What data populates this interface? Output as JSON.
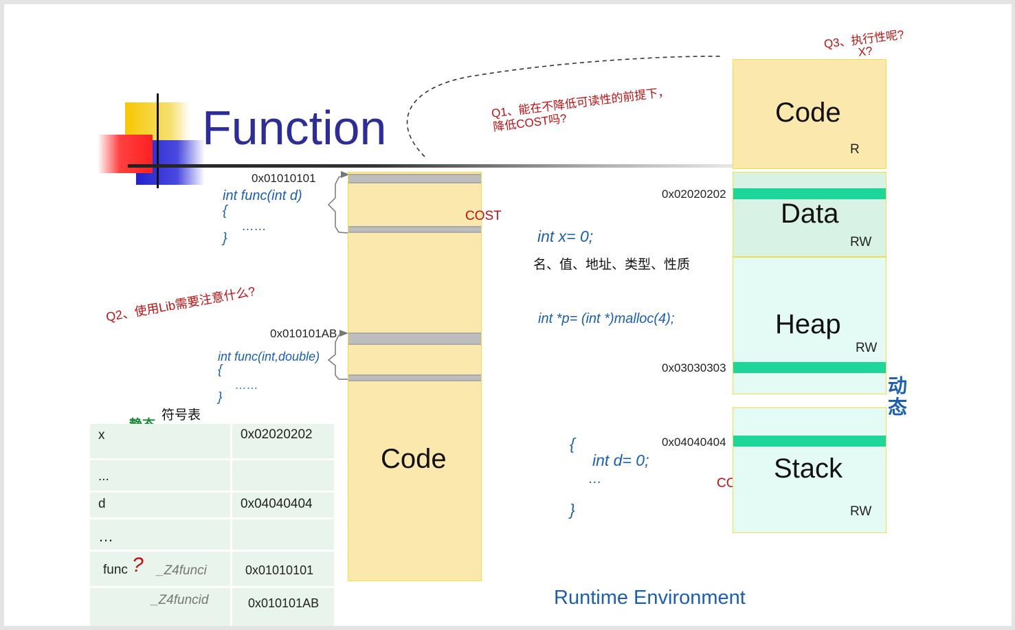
{
  "title": "Function",
  "questions": {
    "q1_line1": "Q1、能在不降低可读性的前提下，",
    "q1_line2": "降低COST吗?",
    "q2": "Q2、使用Lib需要注意什么?",
    "q3_line1": "Q3、执行性呢?",
    "q3_line2": "X?"
  },
  "left_code": {
    "addr1": "0x01010101",
    "func1_sig": "int func(int d)",
    "func1_open": "{",
    "func1_body": "……",
    "func1_close": "}",
    "cost": "COST",
    "addr2": "0x010101AB",
    "func2_sig": "int func(int,double)",
    "func2_open": "{",
    "func2_body": "……",
    "func2_close": "}",
    "code_label": "Code"
  },
  "symbol_table": {
    "label_static": "静态",
    "label_table": "符号表",
    "rows": [
      {
        "name": "x",
        "addr": "0x02020202"
      },
      {
        "name": "...",
        "addr": ""
      },
      {
        "name": "d",
        "addr": "0x04040404"
      },
      {
        "name": "…",
        "addr": ""
      }
    ],
    "func_name": "func",
    "func_q": "?",
    "mangled1": "_Z4funci",
    "mangled1_addr": "0x01010101",
    "mangled2": "_Z4funcid",
    "mangled2_addr": "0x010101AB"
  },
  "middle": {
    "decl_x": "int x= 0;",
    "attrs": "名、值、地址、类型、性质",
    "decl_p": "int *p= (int *)malloc(4);",
    "block_open": "{",
    "decl_d": "int  d= 0;",
    "block_dots": "…",
    "block_close": "}",
    "cost": "COST",
    "footer": "Runtime Environment"
  },
  "memory": {
    "code_label": "Code",
    "code_perm": "R",
    "data_addr": "0x02020202",
    "data_label": "Data",
    "data_perm": "RW",
    "heap_label": "Heap",
    "heap_perm": "RW",
    "heap_addr": "0x03030303",
    "dynamic_label": "动态",
    "stack_addr": "0x04040404",
    "stack_label": "Stack",
    "stack_perm": "RW"
  },
  "colors": {
    "code_fill": "#fbe8ad",
    "code_border": "#f0e040",
    "data_fill": "#d8f2e6",
    "heap_fill": "#e4fbf5",
    "green_bar": "#1fd69a",
    "blue_text": "#1a5fb4",
    "title_blue": "#2d2d9a",
    "red_text": "#c01010",
    "green_text": "#1a8a3a"
  }
}
